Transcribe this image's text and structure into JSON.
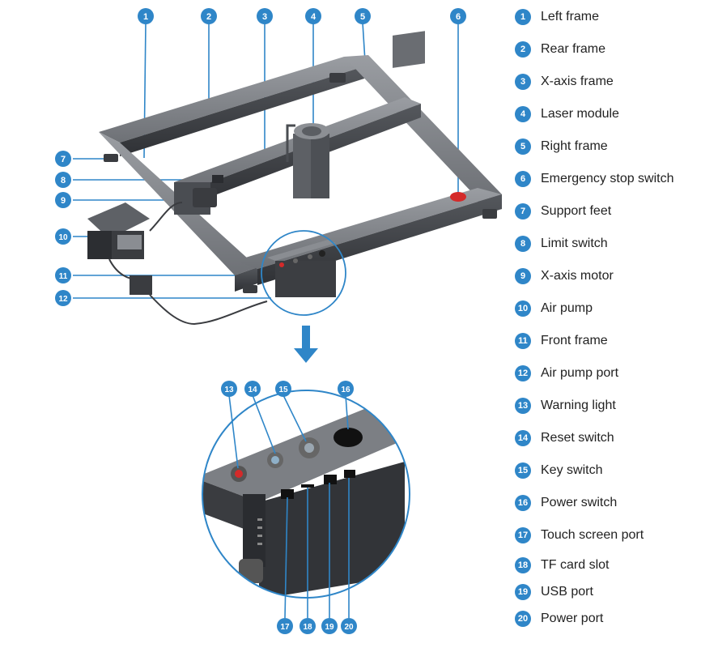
{
  "legend": [
    {
      "num": "1",
      "label": "Left frame"
    },
    {
      "num": "2",
      "label": "Rear frame"
    },
    {
      "num": "3",
      "label": "X-axis frame"
    },
    {
      "num": "4",
      "label": "Laser module"
    },
    {
      "num": "5",
      "label": "Right frame"
    },
    {
      "num": "6",
      "label": "Emergency stop switch"
    },
    {
      "num": "7",
      "label": "Support feet"
    },
    {
      "num": "8",
      "label": "Limit switch"
    },
    {
      "num": "9",
      "label": "X-axis motor"
    },
    {
      "num": "10",
      "label": "Air pump"
    },
    {
      "num": "11",
      "label": "Front frame"
    },
    {
      "num": "12",
      "label": "Air pump port"
    },
    {
      "num": "13",
      "label": "Warning light"
    },
    {
      "num": "14",
      "label": "Reset switch"
    },
    {
      "num": "15",
      "label": "Key switch"
    },
    {
      "num": "16",
      "label": "Power switch"
    },
    {
      "num": "17",
      "label": "Touch screen port"
    },
    {
      "num": "18",
      "label": "TF card slot"
    },
    {
      "num": "19",
      "label": "USB port"
    },
    {
      "num": "20",
      "label": "Power port"
    }
  ],
  "colors": {
    "badge": "#2f86c8",
    "frame": "#5b5e63",
    "frame_light": "#8a8d92",
    "frame_dark": "#3c3e42",
    "accent_red": "#d42a2a"
  }
}
